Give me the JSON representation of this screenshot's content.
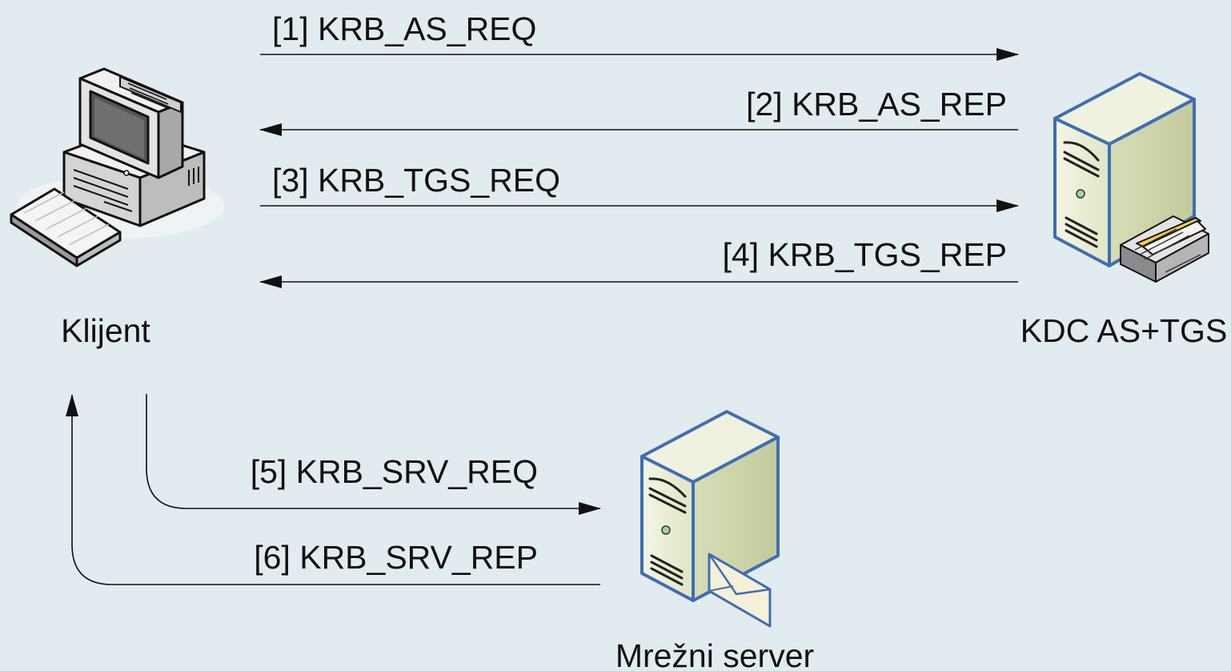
{
  "nodes": {
    "client": {
      "label": "Klijent",
      "icon": "desktop-computer-icon"
    },
    "kdc": {
      "label": "KDC AS+TGS",
      "icon": "tower-server-icon"
    },
    "service": {
      "label": "Mrežni server",
      "icon": "tower-server-mail-icon"
    }
  },
  "messages": [
    {
      "label": "[1] KRB_AS_REQ",
      "from": "client",
      "to": "kdc"
    },
    {
      "label": "[2] KRB_AS_REP",
      "from": "kdc",
      "to": "client"
    },
    {
      "label": "[3] KRB_TGS_REQ",
      "from": "client",
      "to": "kdc"
    },
    {
      "label": "[4] KRB_TGS_REP",
      "from": "kdc",
      "to": "client"
    },
    {
      "label": "[5] KRB_SRV_REQ",
      "from": "client",
      "to": "service"
    },
    {
      "label": "[6] KRB_SRV_REP",
      "from": "service",
      "to": "client"
    }
  ],
  "colors": {
    "background": "#e2ecf0",
    "server_body": "#e9eed6",
    "server_outline": "#3f6db5",
    "arrow": "#111111"
  }
}
